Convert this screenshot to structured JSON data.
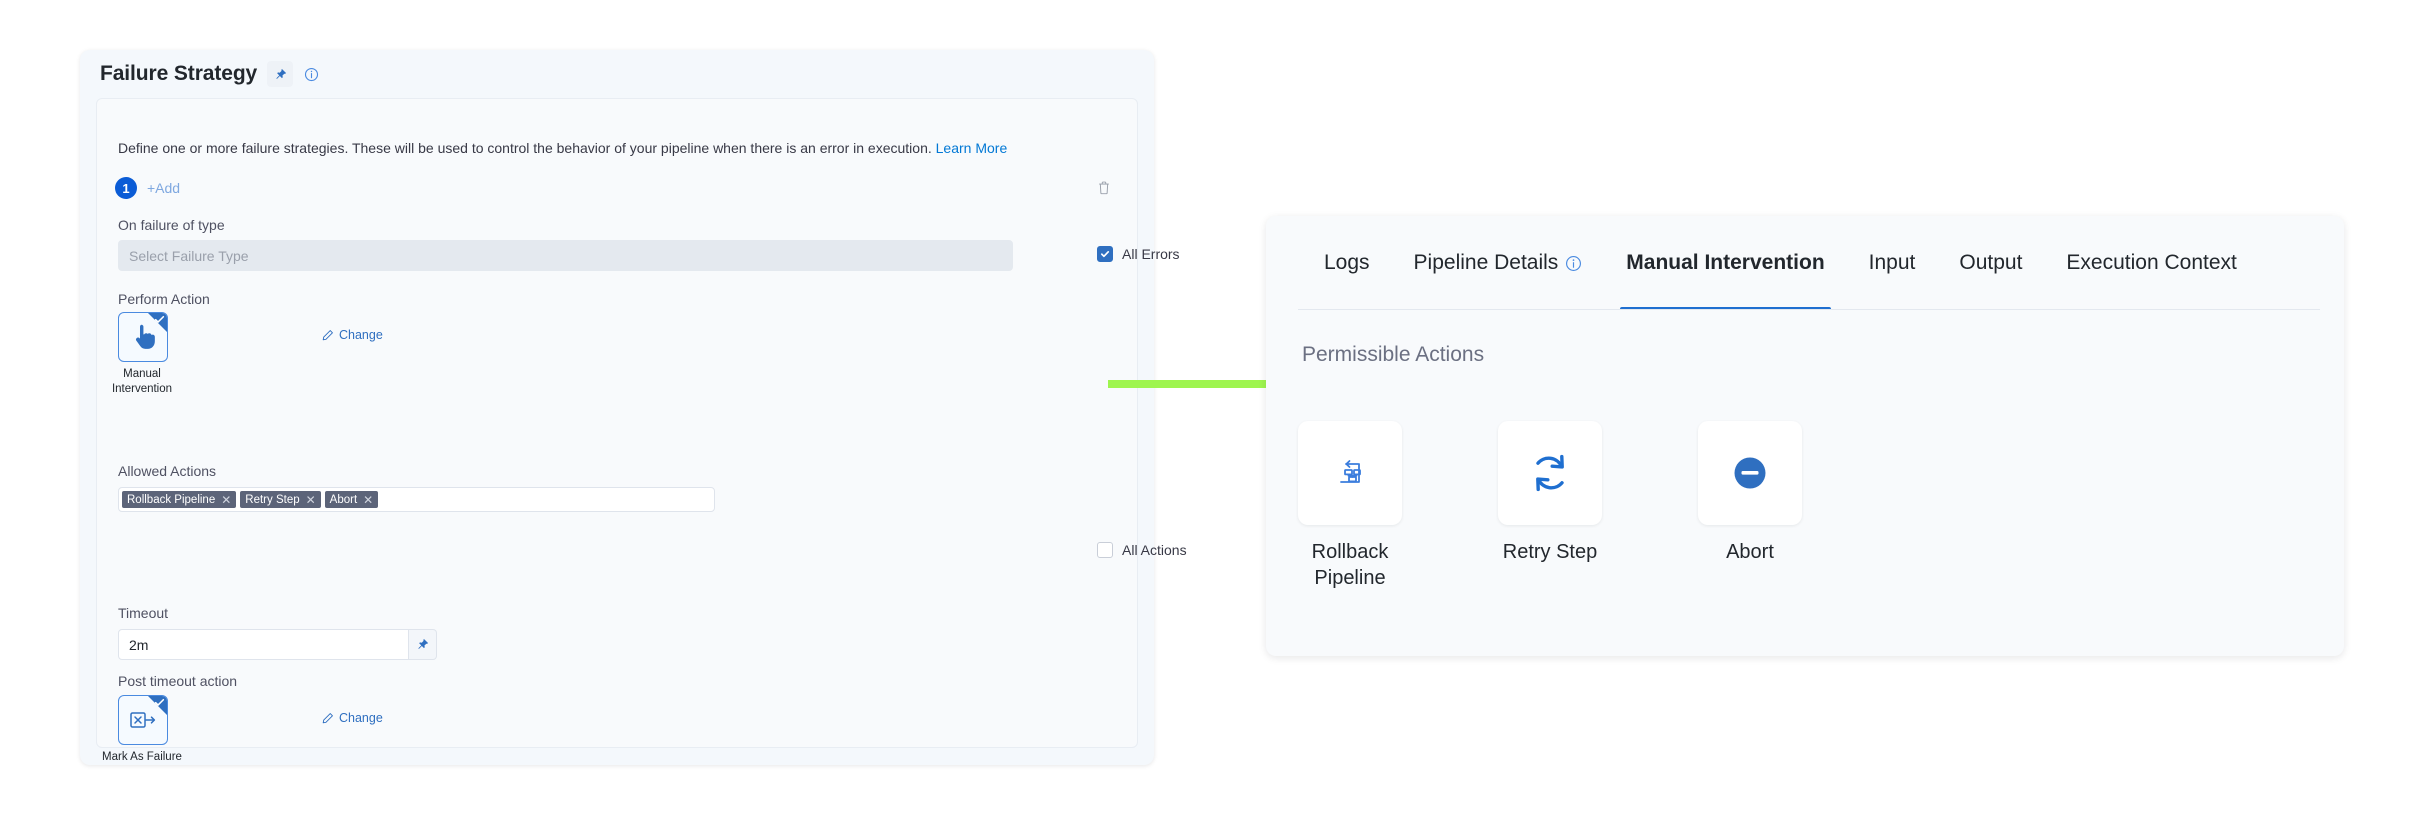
{
  "left_panel": {
    "title": "Failure Strategy",
    "pin_icon": "pin-icon",
    "info_icon": "info-icon",
    "description": "Define one or more failure strategies. These will be used to control the behavior of your pipeline when there is an error in execution.",
    "learn_more_label": "Learn More",
    "strategy_index": "1",
    "add_label": "+Add",
    "delete_icon": "trash-icon",
    "on_failure_of_type": {
      "label": "On failure of type",
      "placeholder": "Select Failure Type",
      "value": ""
    },
    "all_errors": {
      "label": "All Errors",
      "checked": true
    },
    "perform_action": {
      "label": "Perform Action",
      "selected_name": "Manual Intervention",
      "selected_icon": "pointing-hand-icon",
      "change_label": "Change",
      "change_icon": "pencil-icon",
      "check_icon": "check-icon"
    },
    "allowed_actions": {
      "label": "Allowed Actions",
      "tags": [
        "Rollback Pipeline",
        "Retry Step",
        "Abort"
      ],
      "remove_icon": "close-icon"
    },
    "all_actions": {
      "label": "All Actions",
      "checked": false
    },
    "timeout": {
      "label": "Timeout",
      "value": "2m",
      "pin_icon": "pin-icon"
    },
    "post_timeout_action": {
      "label": "Post timeout action",
      "selected_name": "Mark As Failure",
      "selected_icon": "mark-as-failure-icon",
      "change_label": "Change",
      "change_icon": "pencil-icon",
      "check_icon": "check-icon"
    }
  },
  "connector": {
    "name": "green-arrow",
    "color": "#9ef54f",
    "direction": "right"
  },
  "right_panel": {
    "tabs": [
      {
        "label": "Logs",
        "active": false,
        "icon": null
      },
      {
        "label": "Pipeline Details",
        "active": false,
        "icon": "info-icon"
      },
      {
        "label": "Manual Intervention",
        "active": true,
        "icon": null
      },
      {
        "label": "Input",
        "active": false,
        "icon": null
      },
      {
        "label": "Output",
        "active": false,
        "icon": null
      },
      {
        "label": "Execution Context",
        "active": false,
        "icon": null
      }
    ],
    "section_title": "Permissible Actions",
    "actions": [
      {
        "label": "Rollback Pipeline",
        "icon": "rollback-pipeline-icon"
      },
      {
        "label": "Retry Step",
        "icon": "retry-icon"
      },
      {
        "label": "Abort",
        "icon": "abort-icon"
      }
    ]
  },
  "colors": {
    "accent_blue": "#2f6fc0",
    "link_blue": "#0278d5",
    "tag_gray": "#5c6479",
    "arrow_green": "#9ef54f",
    "panel_bg": "#f8fafc"
  }
}
